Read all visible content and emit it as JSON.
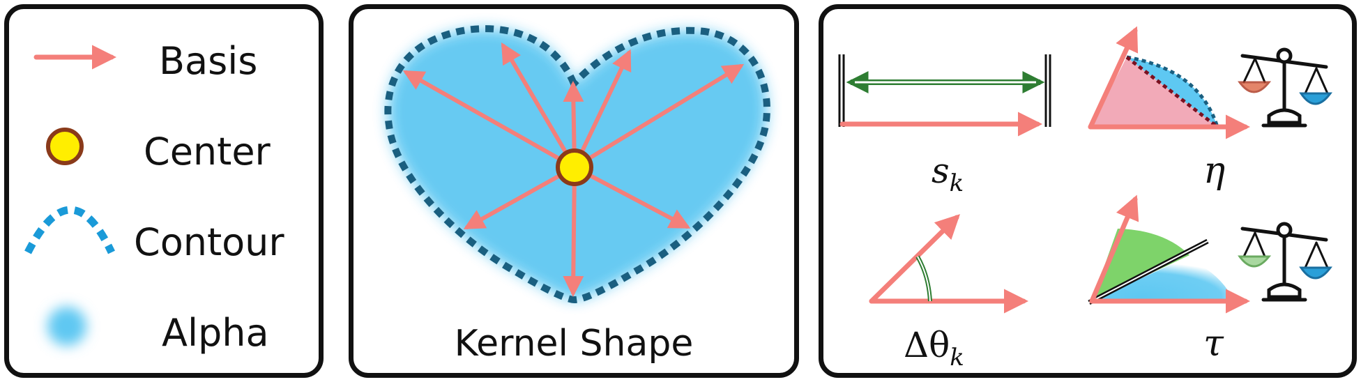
{
  "legend": {
    "basis_label": "Basis",
    "center_label": "Center",
    "contour_label": "Contour",
    "alpha_label": "Alpha"
  },
  "kernel": {
    "caption": "Kernel Shape"
  },
  "params": {
    "scale_label": "s",
    "scale_sub": "k",
    "eta_label": "η",
    "angle_label": "Δθ",
    "angle_sub": "k",
    "tau_label": "τ"
  },
  "colors": {
    "basis": "#f47f7a",
    "center_fill": "#ffee00",
    "center_stroke": "#8a3a1a",
    "contour": "#1a5f80",
    "alpha": "#5ec8f2",
    "scale_arrow": "#2e7d32",
    "eta_fill": "#f2aab8",
    "tau_fill": "#7ed36a",
    "scale_left": "#e07050",
    "scale_right": "#2a9fd8",
    "scale_left_light": "#a9d8a0"
  }
}
